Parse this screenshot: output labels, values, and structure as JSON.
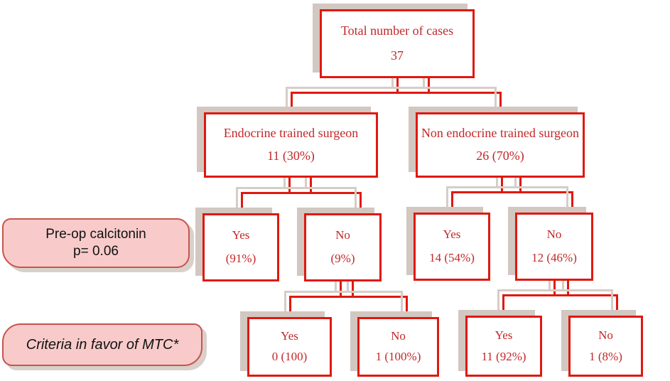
{
  "diagram": {
    "root": {
      "line1": "Total number of cases",
      "line2": "37"
    },
    "surgeon_nodes": [
      {
        "line1": "Endocrine trained surgeon",
        "line2": "11 (30%)"
      },
      {
        "line1": "Non endocrine trained surgeon",
        "line2": "26 (70%)"
      }
    ],
    "calcitonin_nodes": [
      {
        "line1": "Yes",
        "line2": "(91%)"
      },
      {
        "line1": "No",
        "line2": "(9%)"
      },
      {
        "line1": "Yes",
        "line2": "14 (54%)"
      },
      {
        "line1": "No",
        "line2": "12 (46%)"
      }
    ],
    "criteria_nodes": [
      {
        "line1": "Yes",
        "line2": "0 (100)"
      },
      {
        "line1": "No",
        "line2": "1 (100%)"
      },
      {
        "line1": "Yes",
        "line2": "11 (92%)"
      },
      {
        "line1": "No",
        "line2": "1 (8%)"
      }
    ],
    "side_labels": {
      "preop": {
        "line1": "Pre-op calcitonin",
        "line2": "p= 0.06"
      },
      "criteria": {
        "line1": "Criteria in favor of MTC*"
      }
    }
  },
  "colors": {
    "node_border": "#df1910",
    "node_text": "#c32728",
    "shadow": "#d2c7c1",
    "label_fill": "#f8cbca",
    "label_border": "#c6544c",
    "background": "#ffffff"
  }
}
